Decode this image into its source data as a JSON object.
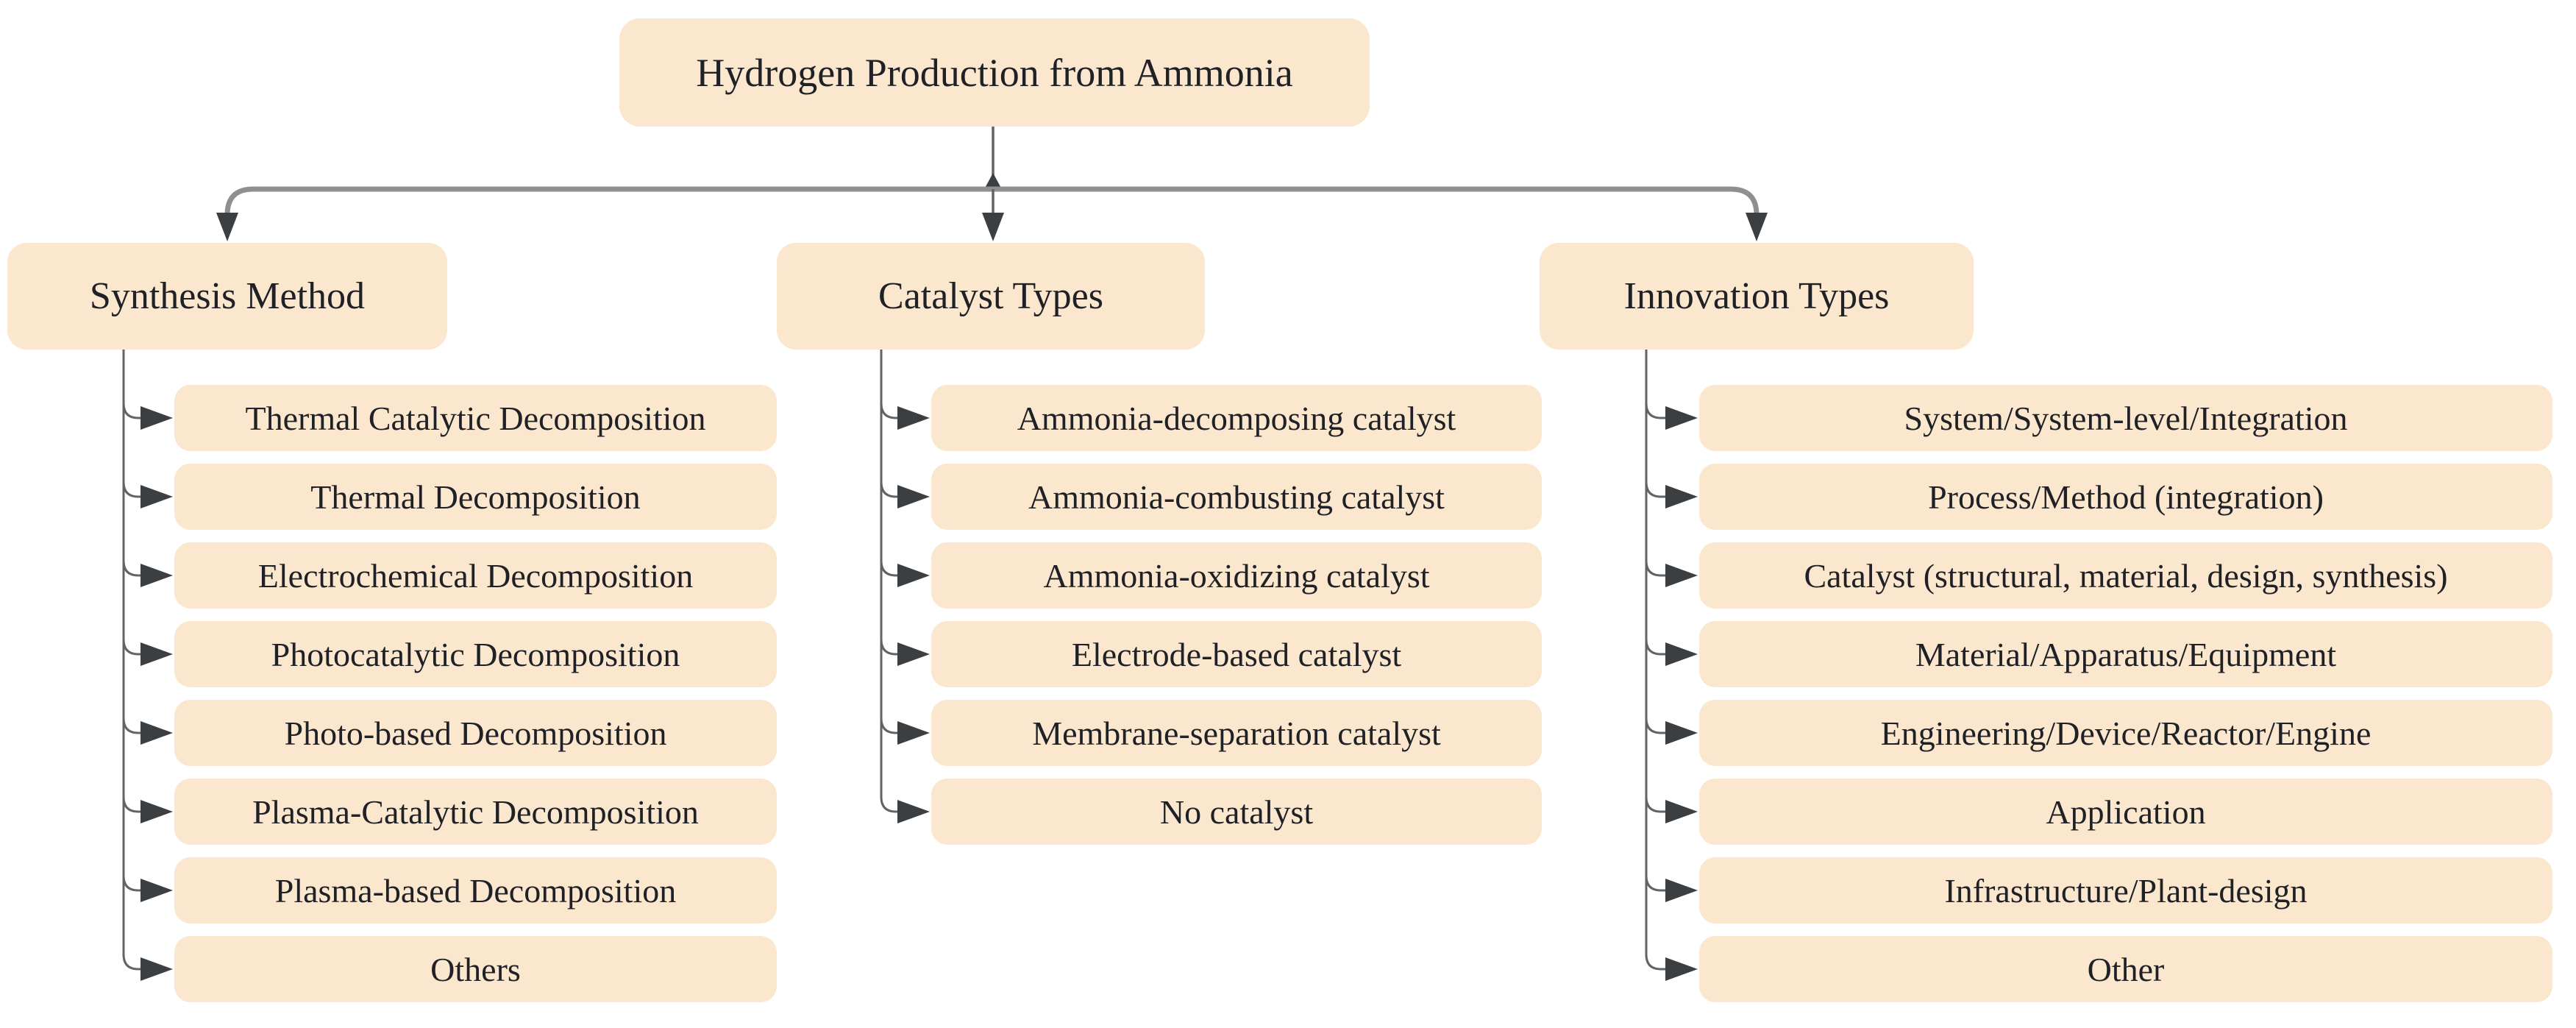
{
  "root": {
    "label": "Hydrogen Production from Ammonia"
  },
  "columns": [
    {
      "header": "Synthesis Method",
      "children": [
        "Thermal Catalytic Decomposition",
        "Thermal Decomposition",
        "Electrochemical Decomposition",
        "Photocatalytic Decomposition",
        "Photo-based Decomposition",
        "Plasma-Catalytic Decomposition",
        "Plasma-based Decomposition",
        "Others"
      ]
    },
    {
      "header": "Catalyst Types",
      "children": [
        "Ammonia-decomposing catalyst",
        "Ammonia-combusting catalyst",
        "Ammonia-oxidizing catalyst",
        "Electrode-based catalyst",
        "Membrane-separation catalyst",
        "No catalyst"
      ]
    },
    {
      "header": "Innovation Types",
      "children": [
        "System/System-level/Integration",
        "Process/Method (integration)",
        "Catalyst (structural, material, design, synthesis)",
        "Material/Apparatus/Equipment",
        "Engineering/Device/Reactor/Engine",
        "Application",
        "Infrastructure/Plant-design",
        "Other"
      ]
    }
  ],
  "colors": {
    "background": "#ffffff",
    "node_fill": "#fae7cd",
    "node_text": "#1f2126",
    "trunk_line": "#8f8f8f",
    "branch_line": "#636363",
    "arrowhead": "#3c3f42"
  }
}
